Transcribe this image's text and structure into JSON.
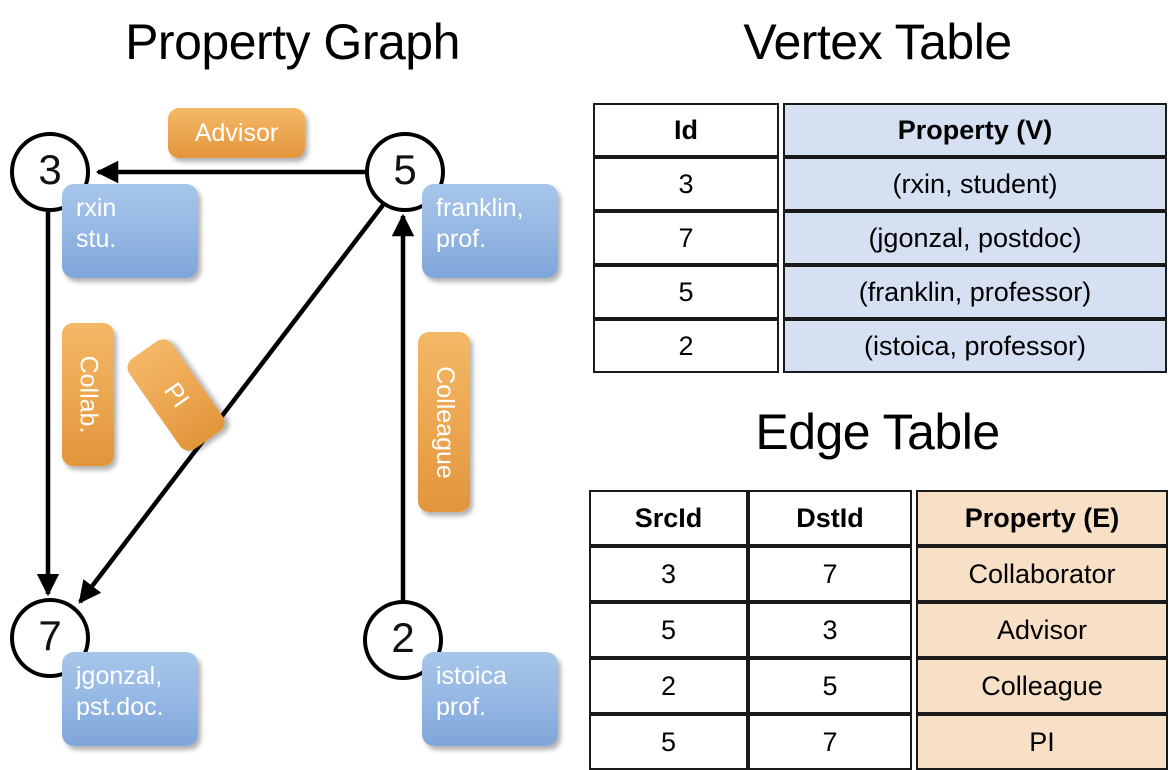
{
  "titles": {
    "property_graph": "Property Graph",
    "vertex_table": "Vertex Table",
    "edge_table": "Edge Table"
  },
  "colors": {
    "vertex_property_fill": "#d5e0f2",
    "edge_property_fill": "#f8e0c7",
    "node_chip_blue": "#97b9e4",
    "edge_chip_orange": "#eda954",
    "border": "#1a1a1a",
    "background": "#ffffff"
  },
  "graph": {
    "nodes": [
      {
        "id": "3",
        "label": "3",
        "property_lines": [
          "rxin",
          "stu."
        ]
      },
      {
        "id": "5",
        "label": "5",
        "property_lines": [
          "franklin,",
          "prof."
        ]
      },
      {
        "id": "7",
        "label": "7",
        "property_lines": [
          "jgonzal,",
          "pst.doc."
        ]
      },
      {
        "id": "2",
        "label": "2",
        "property_lines": [
          "istoica",
          "prof."
        ]
      }
    ],
    "edge_labels": [
      {
        "name": "advisor",
        "text": "Advisor"
      },
      {
        "name": "collab",
        "text": "Collab."
      },
      {
        "name": "pi",
        "text": "PI"
      },
      {
        "name": "colleague",
        "text": "Colleague"
      }
    ],
    "edges": [
      {
        "src": "5",
        "dst": "3",
        "label": "Advisor"
      },
      {
        "src": "3",
        "dst": "7",
        "label": "Collab."
      },
      {
        "src": "5",
        "dst": "7",
        "label": "PI"
      },
      {
        "src": "2",
        "dst": "5",
        "label": "Colleague"
      }
    ]
  },
  "vertex_table": {
    "headers": [
      "Id",
      "Property (V)"
    ],
    "rows": [
      {
        "id": "3",
        "property": "(rxin, student)"
      },
      {
        "id": "7",
        "property": "(jgonzal, postdoc)"
      },
      {
        "id": "5",
        "property": "(franklin, professor)"
      },
      {
        "id": "2",
        "property": "(istoica, professor)"
      }
    ]
  },
  "edge_table": {
    "headers": [
      "SrcId",
      "DstId",
      "Property (E)"
    ],
    "rows": [
      {
        "src": "3",
        "dst": "7",
        "property": "Collaborator"
      },
      {
        "src": "5",
        "dst": "3",
        "property": "Advisor"
      },
      {
        "src": "2",
        "dst": "5",
        "property": "Colleague"
      },
      {
        "src": "5",
        "dst": "7",
        "property": "PI"
      }
    ]
  }
}
